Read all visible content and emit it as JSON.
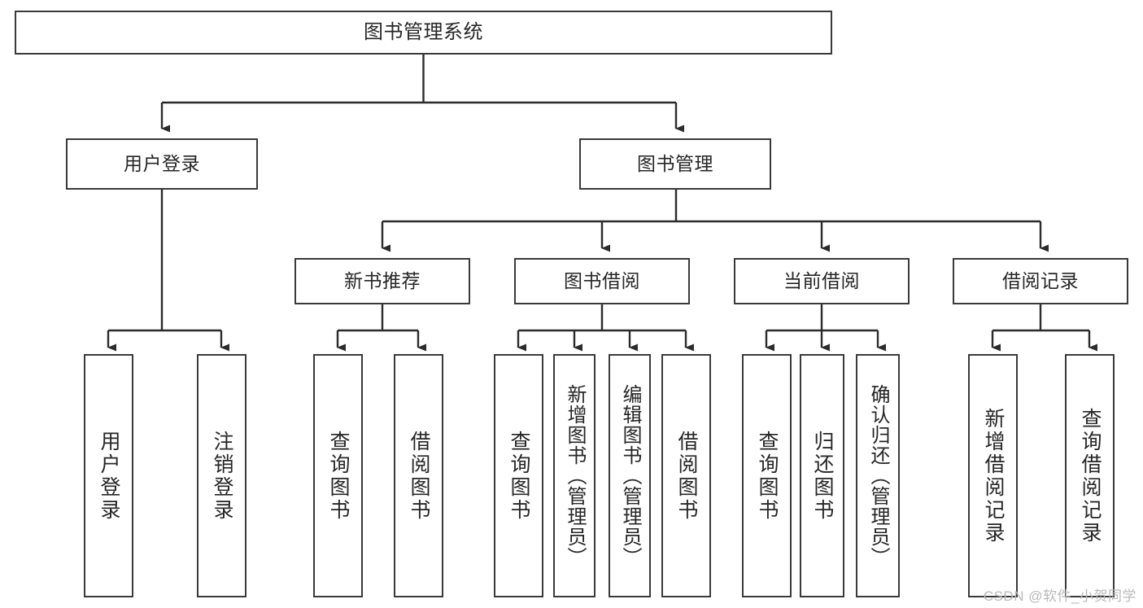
{
  "diagram": {
    "title": "图书管理系统",
    "type": "function-structure-tree",
    "watermark": "CSDN @软件_小贺同学",
    "colors": {
      "background": "#ffffff",
      "box_border": "#3a3a3a",
      "text": "#262626",
      "connector": "#2b2b2b",
      "watermark": "#b9b9b9"
    },
    "levels": {
      "root": {
        "label": "图书管理系统"
      },
      "level2": [
        {
          "label": "用户登录"
        },
        {
          "label": "图书管理"
        }
      ],
      "level3": [
        {
          "label": "新书推荐"
        },
        {
          "label": "图书借阅"
        },
        {
          "label": "当前借阅"
        },
        {
          "label": "借阅记录"
        }
      ]
    },
    "leaves": {
      "user_login": [
        {
          "label": "用户登录"
        },
        {
          "label": "注销登录"
        }
      ],
      "new_book_recommend": [
        {
          "label": "查询图书"
        },
        {
          "label": "借阅图书"
        }
      ],
      "book_borrow": [
        {
          "label": "查询图书"
        },
        {
          "label": "新增图书（管理员）"
        },
        {
          "label": "编辑图书（管理员）"
        },
        {
          "label": "借阅图书"
        }
      ],
      "current_borrow": [
        {
          "label": "查询图书"
        },
        {
          "label": "归还图书"
        },
        {
          "label": "确认归还（管理员）"
        }
      ],
      "borrow_record": [
        {
          "label": "新增借阅记录"
        },
        {
          "label": "查询借阅记录"
        }
      ]
    }
  }
}
